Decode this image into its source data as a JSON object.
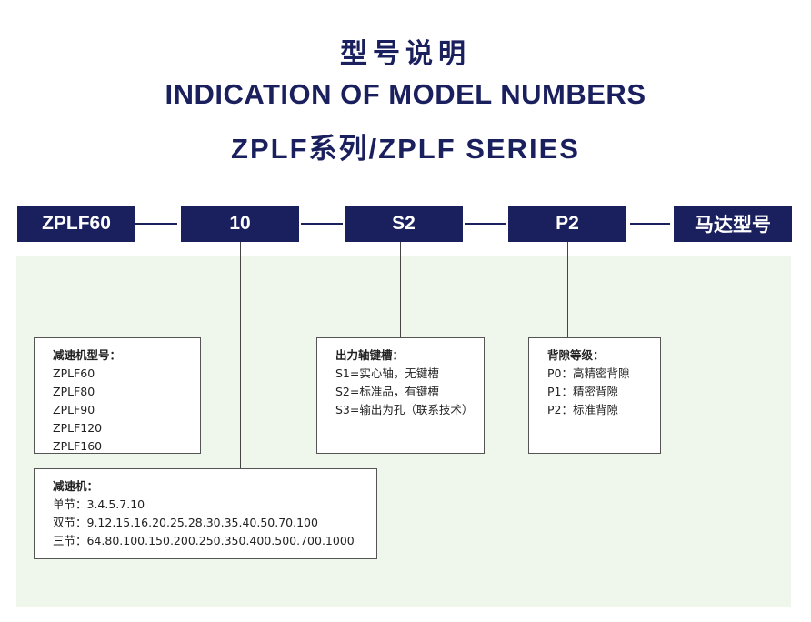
{
  "titles": {
    "cn": "型号说明",
    "en": "INDICATION OF MODEL NUMBERS",
    "series": "ZPLF系列/ZPLF SERIES"
  },
  "codes": [
    "ZPLF60",
    "10",
    "S2",
    "P2",
    "马达型号"
  ],
  "colors": {
    "navy": "#1a1f5e",
    "panel_bg": "#eff6ec"
  },
  "boxes": {
    "model": {
      "heading": "减速机型号：",
      "items": [
        "ZPLF60",
        "ZPLF80",
        "ZPLF90",
        "ZPLF120",
        "ZPLF160"
      ]
    },
    "ratio": {
      "heading": "减速机：",
      "items": [
        "单节：3.4.5.7.10",
        "双节：9.12.15.16.20.25.28.30.35.40.50.70.100",
        "三节：64.80.100.150.200.250.350.400.500.700.1000"
      ]
    },
    "shaft": {
      "heading": "出力轴键槽：",
      "items": [
        "S1=实心轴，无键槽",
        "S2=标准品，有键槽",
        "S3=输出为孔（联系技术）"
      ]
    },
    "backlash": {
      "heading": "背隙等级：",
      "items": [
        "P0：高精密背隙",
        "P1：精密背隙",
        "P2：标准背隙"
      ]
    }
  }
}
